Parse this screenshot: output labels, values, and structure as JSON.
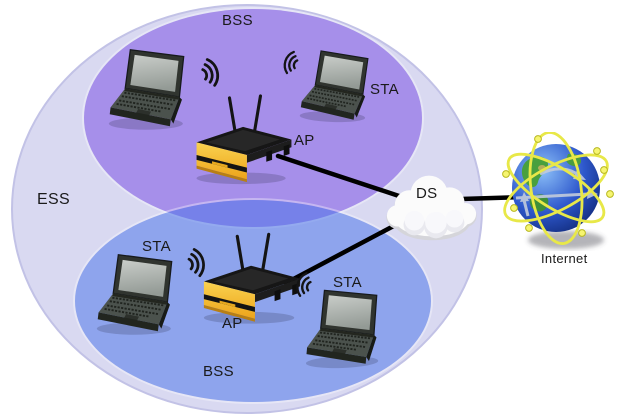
{
  "diagram": {
    "type": "wireless-lan-architecture",
    "ess": {
      "label": "ESS"
    },
    "bss_top": {
      "label": "BSS",
      "ap_label": "AP",
      "sta_right_label": "STA"
    },
    "bss_bottom": {
      "label": "BSS",
      "ap_label": "AP",
      "sta_left_label": "STA",
      "sta_right_label": "STA"
    },
    "ds_cloud": {
      "label": "DS"
    },
    "internet": {
      "label": "Internet"
    },
    "icons": {
      "laptop": "laptop-computer",
      "wifi": "radio-wave-arcs",
      "access_point": "wireless-router-two-antennas",
      "cloud": "distribution-system-cloud",
      "globe": "internet-globe-with-orbits",
      "wire": "black-cable-line"
    },
    "colors": {
      "background": "#ffffff",
      "ess_fill": "#d9d9f1",
      "ess_border": "#c2c2e6",
      "bss_top_fill": "#a58ee9",
      "bss_bottom_fill": "#91a6ec",
      "bss_overlap_fill": "#8578e8",
      "wire": "#000000",
      "ap_body_yellow": "#f2b32c",
      "device_dark": "#30342f",
      "cloud_fill": "#fbfbfb",
      "globe_blue": "#2e58cc",
      "globe_ring_yellow": "#e8e848",
      "label_text": "#1a1a1a"
    }
  }
}
